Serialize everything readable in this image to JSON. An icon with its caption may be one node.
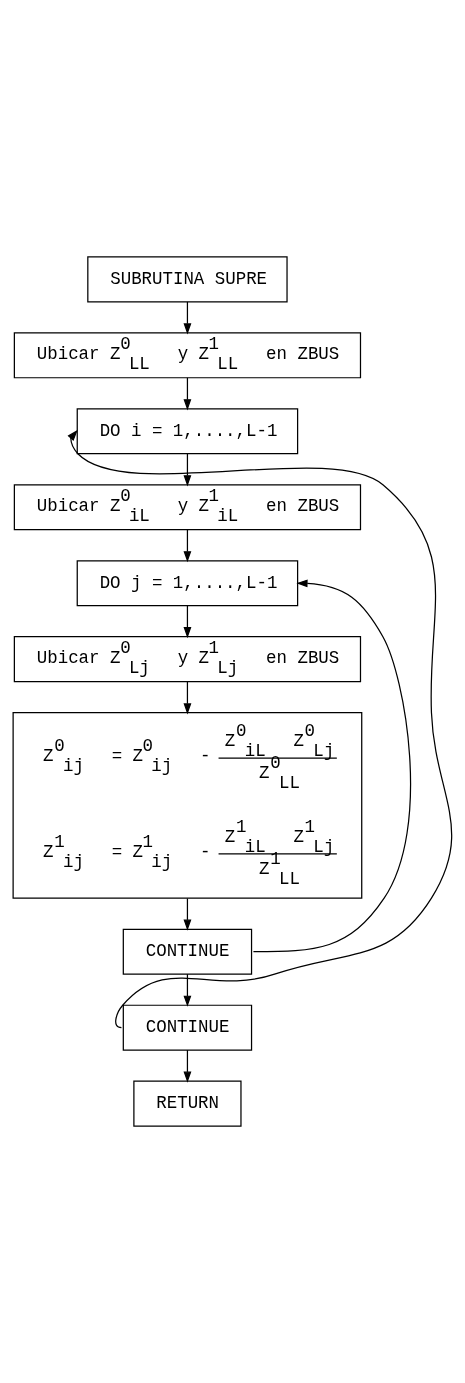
{
  "diagram": {
    "nodes": [
      {
        "text": [
          "SUBRUTINA SUPRE"
        ]
      },
      {
        "text": [
          "Ubicar Z$^{0}$$_{LL}$ y Z$^{1}$$_{LL}$ en ZBUS"
        ]
      },
      {
        "text": [
          "DO i = 1,....,L-1"
        ]
      },
      {
        "text": [
          "Ubicar Z$^{0}$$_{iL}$ y Z$^{1}$$_{iL}$ en ZBUS"
        ]
      },
      {
        "text": [
          "DO j = 1,....,L-1"
        ]
      },
      {
        "text": [
          "Ubicar Z$^{0}$$_{Lj}$ y Z$^{1}$$_{Lj}$ en ZBUS"
        ]
      },
      {
        "text": [
          "Z$^{0}$$_{ij}$ = Z$^{0}$$_{ij}$ -",
          "Z$^{0}$$_{iL}$ Z$^{0}$$_{Lj}$",
          "Z$^{0}$$_{LL}$",
          "Z$^{1}$$_{ij}$ = Z$^{1}$$_{ij}$ -",
          "Z$^{1}$$_{iL}$ Z$^{1}$$_{Lj}$",
          "Z$^{1}$$_{LL}$"
        ]
      },
      {
        "text": [
          "CONTINUE"
        ]
      },
      {
        "text": [
          "CONTINUE"
        ]
      },
      {
        "text": [
          "RETURN"
        ]
      }
    ],
    "edges": [
      {
        "from": 0,
        "to": 1,
        "arrow": "to"
      },
      {
        "from": 1,
        "to": 2,
        "arrow": "to"
      },
      {
        "from": 2,
        "to": 3,
        "arrow": "to"
      },
      {
        "from": 3,
        "to": 4,
        "arrow": "to"
      },
      {
        "from": 4,
        "to": 5,
        "arrow": "to"
      },
      {
        "from": 5,
        "to": 6,
        "arrow": "to"
      },
      {
        "from": 6,
        "to": 7,
        "arrow": "to"
      },
      {
        "from": 7,
        "to": 4,
        "arrow": "to"
      },
      {
        "from": 7,
        "to": 8,
        "arrow": "to"
      },
      {
        "from": 8,
        "to": 2,
        "arrow": "to"
      },
      {
        "from": 8,
        "to": 9,
        "arrow": "to"
      }
    ]
  }
}
